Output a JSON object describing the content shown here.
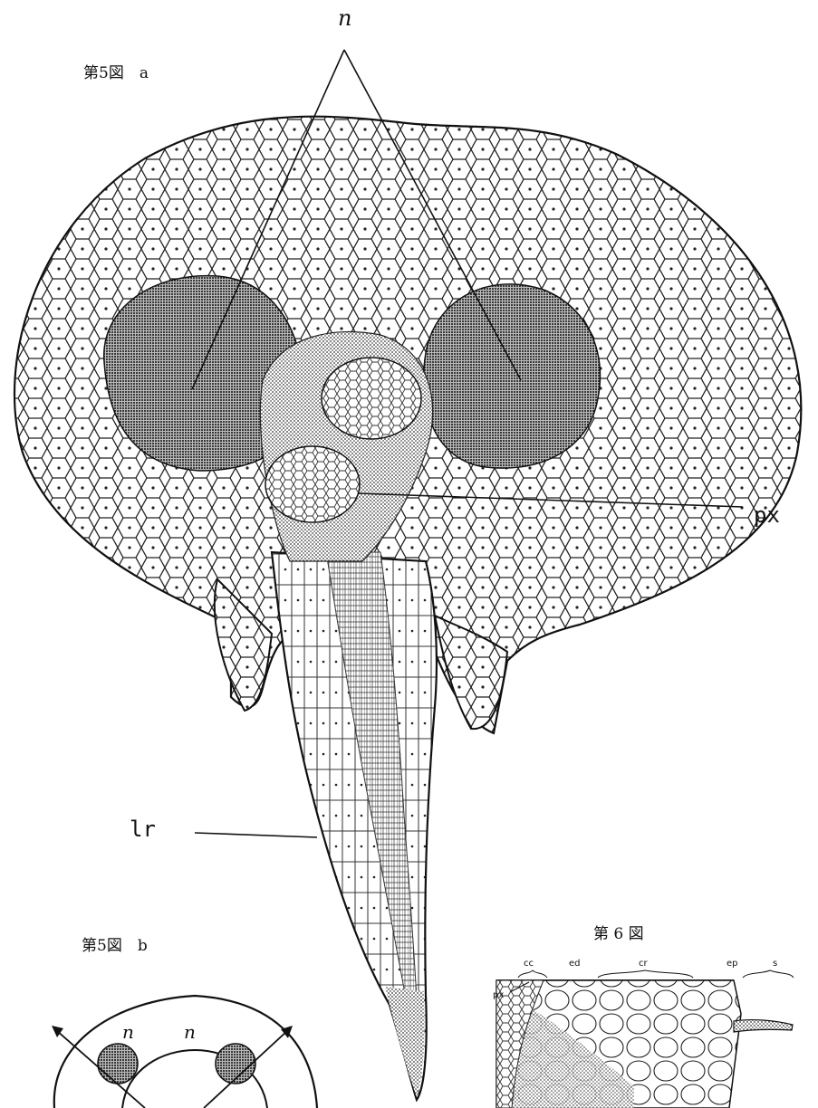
{
  "figures": {
    "fig5a": {
      "title": "第5図　a",
      "labels": {
        "n": "n",
        "px": "px",
        "lr": "lr"
      }
    },
    "fig5b": {
      "title": "第5図　b",
      "labels": {
        "n_left": "n",
        "n_right": "n"
      }
    },
    "fig6": {
      "title": "第 6 図",
      "labels": {
        "cc": "cc",
        "ed": "ed",
        "cr": "cr",
        "ep": "ep",
        "s": "s",
        "px": "px"
      }
    }
  }
}
